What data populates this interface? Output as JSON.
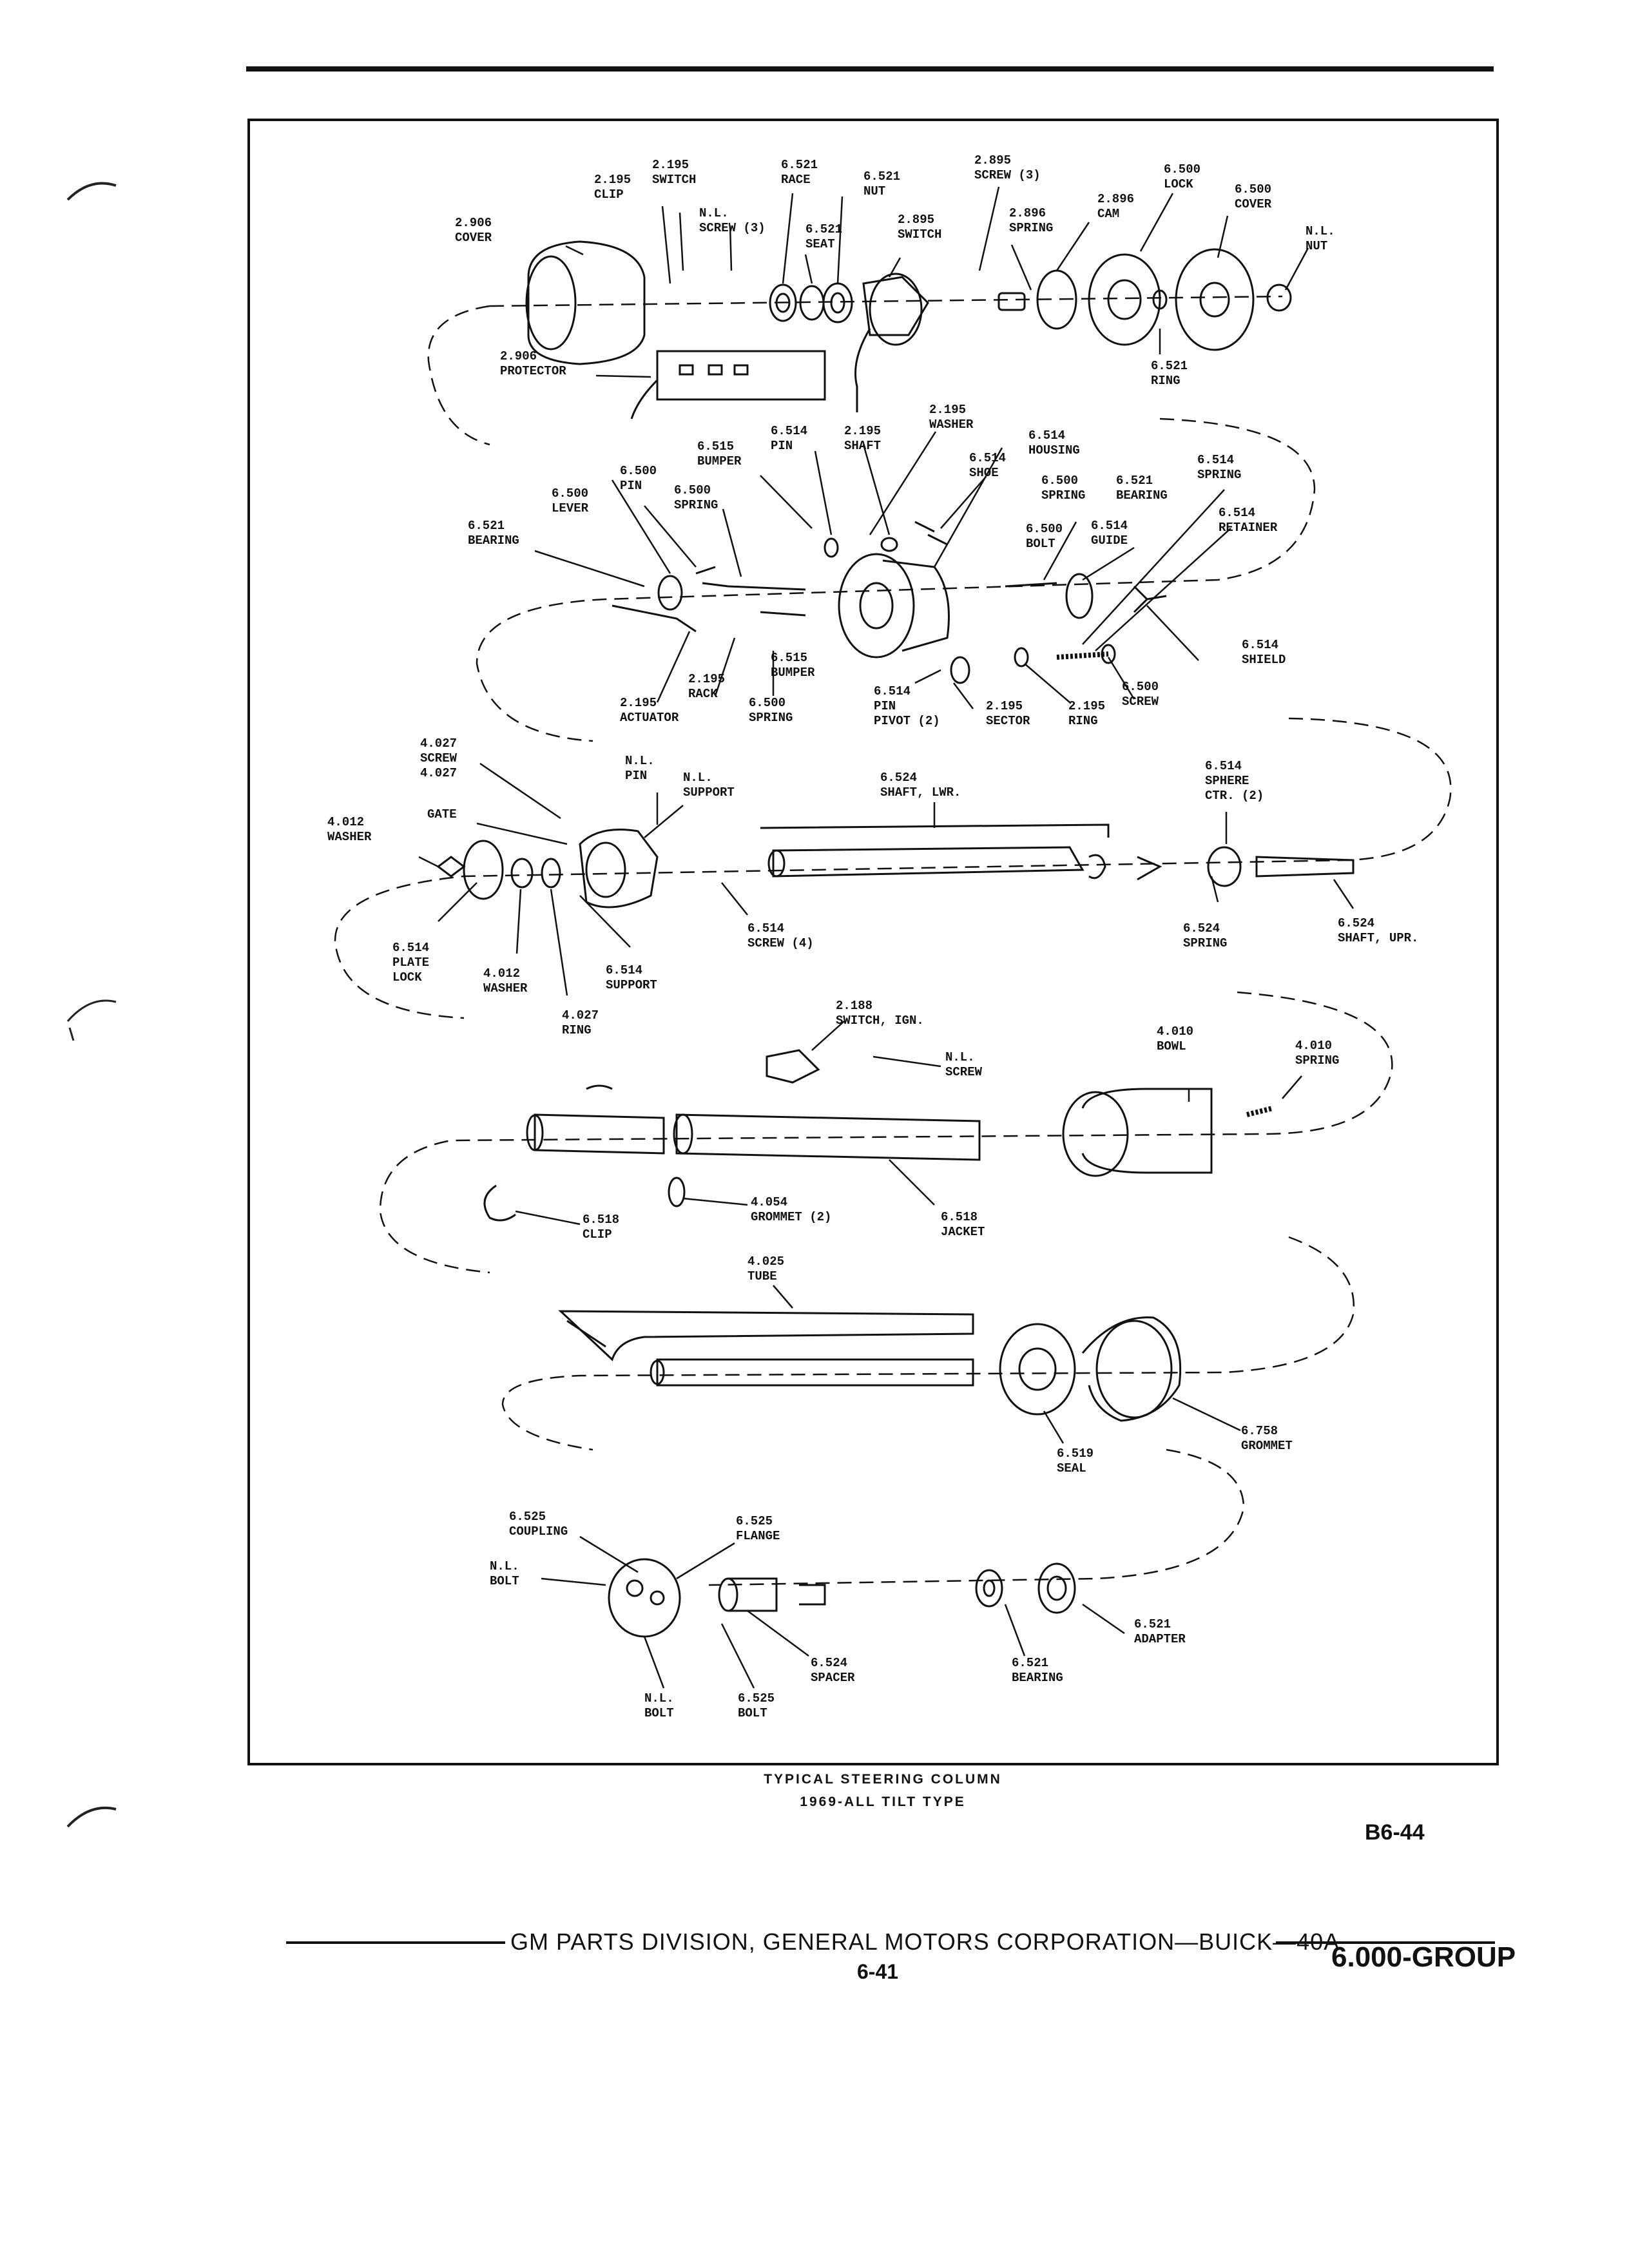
{
  "figure": {
    "caption_line1": "TYPICAL STEERING COLUMN",
    "caption_line2": "1969-ALL TILT TYPE",
    "figure_id": "B6-44"
  },
  "footer": {
    "division": "GM PARTS DIVISION, GENERAL MOTORS CORPORATION—BUICK—40A",
    "page": "6-41",
    "group": "6.000-GROUP"
  },
  "callouts": {
    "s1_switch_clip": "2.195\nCLIP",
    "s1_switch": "2.195\nSWITCH",
    "s1_nl_screw": "N.L.\nSCREW (3)",
    "s1_cover": "2.906\nCOVER",
    "s1_race": "6.521\nRACE",
    "s1_nut": "6.521\nNUT",
    "s1_seat": "6.521\nSEAT",
    "s1_switch2": "2.895\nSWITCH",
    "s1_screw3": "2.895\nSCREW (3)",
    "s1_spring": "2.896\nSPRING",
    "s1_cam": "2.896\nCAM",
    "s1_lock": "6.500\nLOCK",
    "s1_cover2": "6.500\nCOVER",
    "s1_nl_nut": "N.L.\nNUT",
    "s1_protector": "2.906\nPROTECTOR",
    "s1_ring": "6.521\nRING",
    "s2_washer": "2.195\nWASHER",
    "s2_pin": "6.514\nPIN",
    "s2_shaft": "2.195\nSHAFT",
    "s2_bumper": "6.515\nBUMPER",
    "s2_housing": "6.514\nHOUSING",
    "s2_shoe": "6.514\nSHOE",
    "s2_pin2": "6.500\nPIN",
    "s2_lever": "6.500\nLEVER",
    "s2_spring": "6.500\nSPRING",
    "s2_spring2": "6.500\nSPRING",
    "s2_bearing": "6.521\nBEARING",
    "s2_spring3": "6.514\nSPRING",
    "s2_bearing2": "6.521\nBEARING",
    "s2_bolt": "6.500\nBOLT",
    "s2_guide": "6.514\nGUIDE",
    "s2_retainer": "6.514\nRETAINER",
    "s2_shield": "6.514\nSHIELD",
    "s2_bumper2": "6.515\nBUMPER",
    "s2_rack": "2.195\nRACK",
    "s2_actuator": "2.195\nACTUATOR",
    "s2_spring4": "6.500\nSPRING",
    "s2_pivot_pin": "6.514\nPIN\nPIVOT (2)",
    "s2_sector": "2.195\nSECTOR",
    "s2_ring": "2.195\nRING",
    "s2_screw": "6.500\nSCREW",
    "s3_screw": "4.027\nSCREW\n4.027",
    "s3_gate": "GATE",
    "s3_washer": "4.012\nWASHER",
    "s3_nl_pin": "N.L.\nPIN",
    "s3_nl_support": "N.L.\nSUPPORT",
    "s3_shaft_lwr": "6.524\nSHAFT, LWR.",
    "s3_sphere": "6.514\nSPHERE\nCTR. (2)",
    "s3_plate_lock": "6.514\nPLATE\nLOCK",
    "s3_washer2": "4.012\nWASHER",
    "s3_ring": "4.027\nRING",
    "s3_support": "6.514\nSUPPORT",
    "s3_screw4": "6.514\nSCREW (4)",
    "s3_spring": "6.524\nSPRING",
    "s3_shaft_upr": "6.524\nSHAFT, UPR.",
    "s4_switch_ign": "2.188\nSWITCH, IGN.",
    "s4_nl_screw": "N.L.\nSCREW",
    "s4_bowl": "4.010\nBOWL",
    "s4_spring": "4.010\nSPRING",
    "s4_clip": "6.518\nCLIP",
    "s4_grommet": "4.054\nGROMMET (2)",
    "s4_jacket": "6.518\nJACKET",
    "s5_tube": "4.025\nTUBE",
    "s5_seal": "6.519\nSEAL",
    "s5_grommet": "6.758\nGROMMET",
    "s6_coupling": "6.525\nCOUPLING",
    "s6_flange": "6.525\nFLANGE",
    "s6_nl_bolt": "N.L.\nBOLT",
    "s6_spacer": "6.524\nSPACER",
    "s6_bearing": "6.521\nBEARING",
    "s6_adapter": "6.521\nADAPTER",
    "s6_nl_bolt2": "N.L.\nBOLT",
    "s6_bolt": "6.525\nBOLT"
  }
}
